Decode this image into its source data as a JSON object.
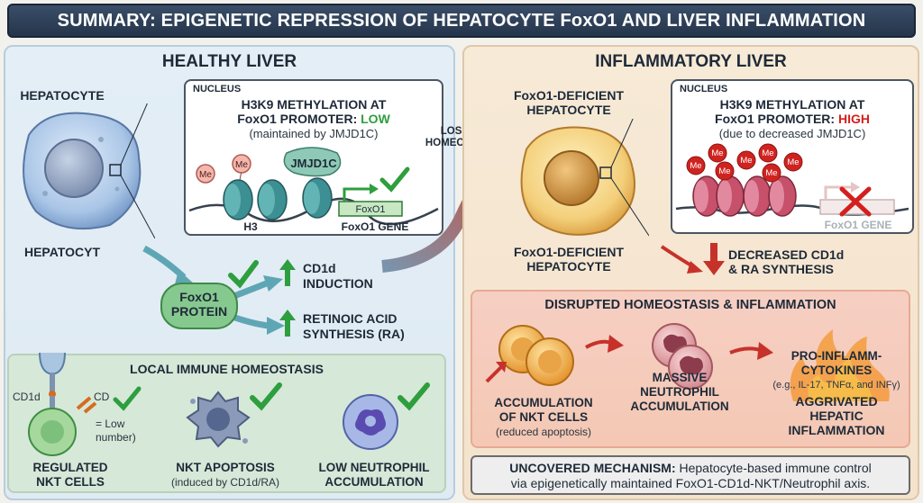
{
  "title": "SUMMARY: EPIGENETIC REPRESSION OF HEPATOCYTE FoxO1 AND LIVER INFLAMMATION",
  "healthy": {
    "header": "HEALTHY LIVER",
    "hepatocyte_label_top": "HEPATOCYTE",
    "hepatocyte_label_bottom": "HEPATOCYT",
    "nucleus_tag": "NUCLEUS",
    "methylation_title_1": "H3K9 METHYLATION AT",
    "methylation_title_2": "FoxO1 PROMOTER: ",
    "methylation_level": "LOW",
    "methylation_note": "(maintained by JMJD1C)",
    "enzyme": "JMJD1C",
    "me": "Me",
    "h3": "H3",
    "gene_box": "FoxO1",
    "gene_label": "FoxO1 GENE",
    "protein": "FoxO1\nPROTEIN",
    "protein_1": "FoxO1",
    "protein_2": "PROTEIN",
    "cd1d_1": "CD1d",
    "cd1d_2": "INDUCTION",
    "ra_1": "RETINOIC ACID",
    "ra_2": "SYNTHESIS (RA)"
  },
  "local": {
    "header": "LOCAL IMMUNE HOMEOSTASIS",
    "cd1d": "CD1d",
    "cd": "CD",
    "low_number_1": "= Low",
    "low_number_2": "number)",
    "item1_1": "REGULATED",
    "item1_2": "NKT CELLS",
    "item2_1": "NKT APOPTOSIS",
    "item2_2": "(induced by CD1d/RA)",
    "item3_1": "LOW NEUTROPHIL",
    "item3_2": "ACCUMULATION"
  },
  "transition": {
    "label_1": "LOSS OF",
    "label_2": "HOMEOSTASIS"
  },
  "inflammatory": {
    "header": "INFLAMMATORY LIVER",
    "cell_label_top_1": "FoxO1-DEFICIENT",
    "cell_label_top_2": "HEPATOCYTE",
    "cell_label_bottom_1": "FoxO1-DEFICIENT",
    "cell_label_bottom_2": "HEPATOCYTE",
    "nucleus_tag": "NUCLEUS",
    "methylation_title_1": "H3K9 METHYLATION AT",
    "methylation_title_2": "FoxO1 PROMOTER: ",
    "methylation_level": "HIGH",
    "methylation_note": "(due to decreased JMJD1C)",
    "me": "Me",
    "gene_label": "FoxO1 GENE",
    "decrease_1": "DECREASED CD1d",
    "decrease_2": "& RA SYNTHESIS"
  },
  "disrupted": {
    "header": "DISRUPTED HOMEOSTASIS & INFLAMMATION",
    "step1_1": "ACCUMULATION",
    "step1_2": "OF NKT CELLS",
    "step1_3": "(reduced apoptosis)",
    "step2_1": "MASSIVE",
    "step2_2": "NEUTROPHIL",
    "step2_3": "ACCUMULATION",
    "step3_1": "PRO-INFLAMM-",
    "step3_2": "CYTOKINES",
    "step3_3": "(e.g., IL-17, TNFα, and INFγ)",
    "step3_4": "AGGRIVATED",
    "step3_5": "HEPATIC",
    "step3_6": "INFLAMMATION"
  },
  "mechanism": {
    "bold": "UNCOVERED MECHANISM:",
    "text_1": " Hepatocyte-based immune control",
    "text_2": "via epigenetically maintained FoxO1-CD1d-NKT/Neutrophil axis."
  },
  "colors": {
    "healthy_bg": "#e3eef6",
    "inflamed_bg": "#f7ead6",
    "low_green": "#2e9e3e",
    "high_red": "#d3201e",
    "title_bar": "#2f4259"
  },
  "icons": [
    "check-icon",
    "cross-icon",
    "up-arrow-icon",
    "down-arrow-icon",
    "curved-arrow-icon"
  ]
}
